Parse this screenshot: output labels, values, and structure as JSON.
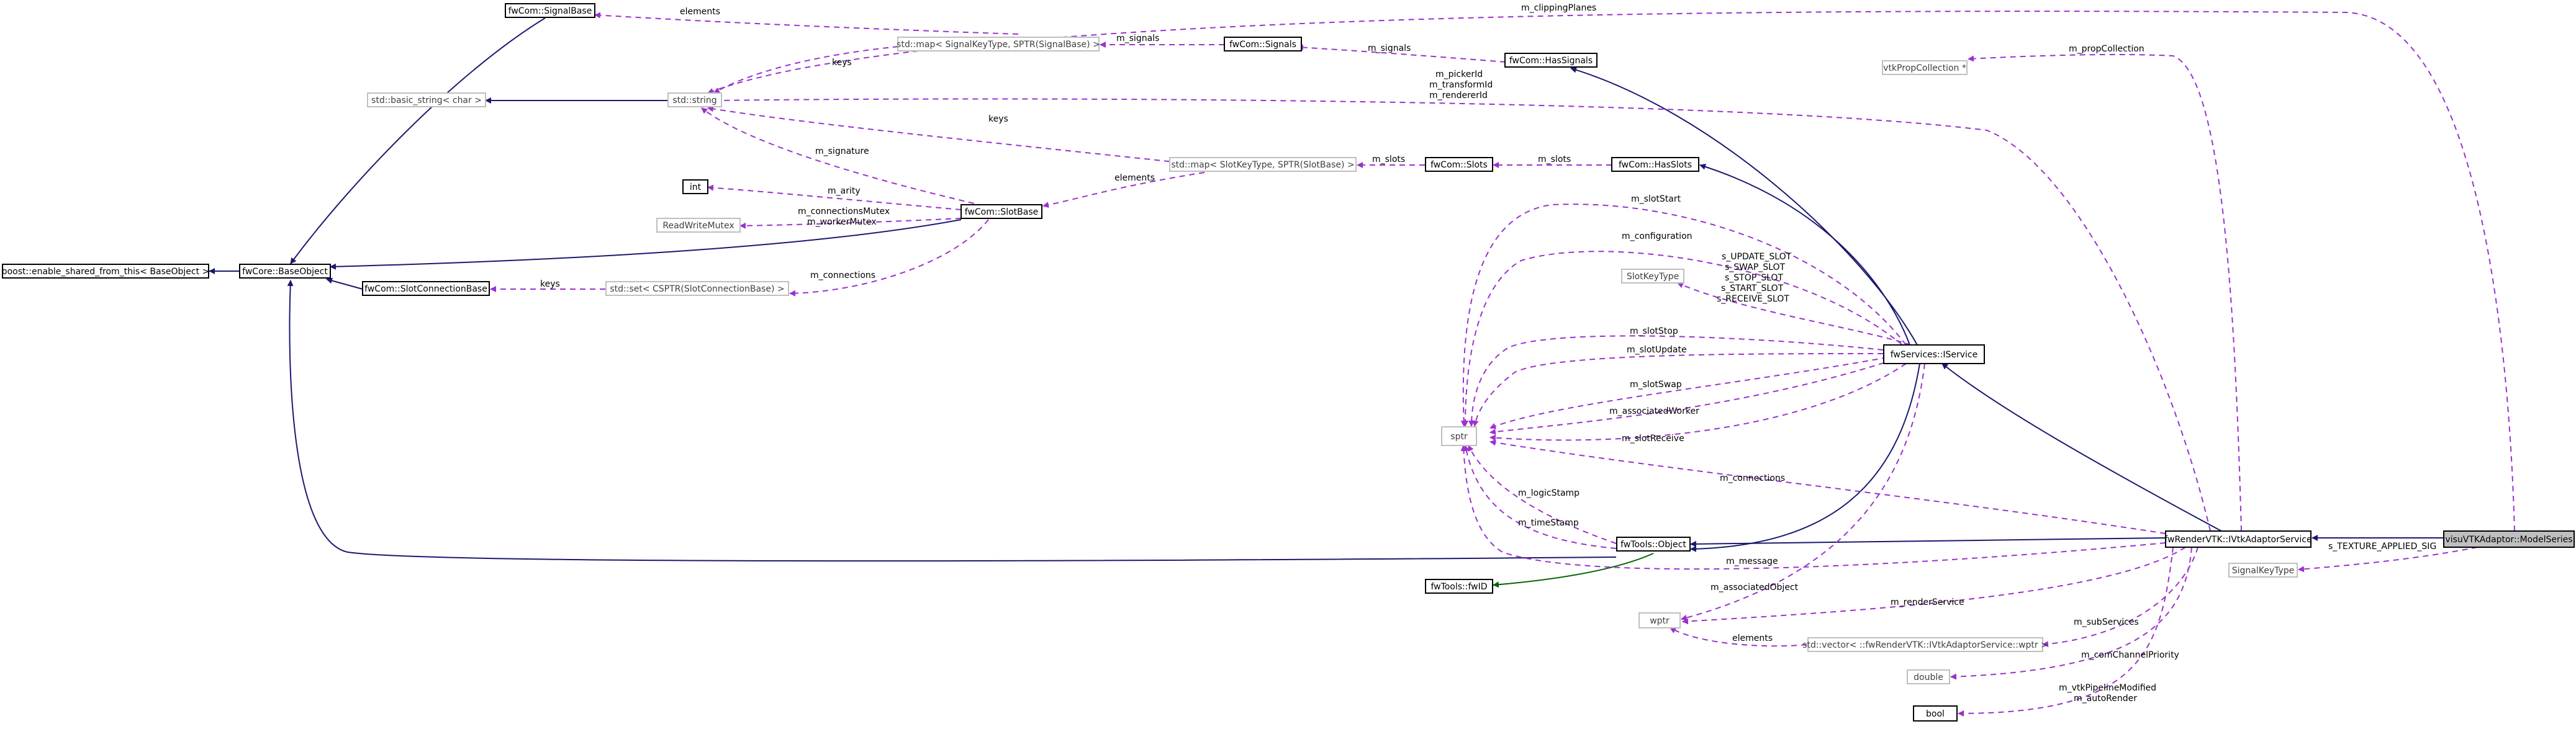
{
  "nodes": {
    "signal_base": "fwCom::SignalBase",
    "enable_shared": "boost::enable_shared_from_this< BaseObject >",
    "base_object": "fwCore::BaseObject",
    "basic_string": "std::basic_string< char >",
    "std_string": "std::string",
    "map_signal": "std::map< SignalKeyType, SPTR(SignalBase) >",
    "signals": "fwCom::Signals",
    "has_signals": "fwCom::HasSignals",
    "int": "int",
    "rw_mutex": "ReadWriteMutex",
    "slot_base": "fwCom::SlotBase",
    "map_slot": "std::map< SlotKeyType, SPTR(SlotBase) >",
    "slots": "fwCom::Slots",
    "has_slots": "fwCom::HasSlots",
    "slot_connection_base": "fwCom::SlotConnectionBase",
    "set_slot_conn": "std::set< CSPTR(SlotConnectionBase) >",
    "vtk_prop_collection": "vtkPropCollection *",
    "slot_key_type": "SlotKeyType",
    "iservice": "fwServices::IService",
    "sptr": "sptr",
    "fw_object": "fwTools::Object",
    "fw_id": "fwTools::fwID",
    "iadaptor": "fwRenderVTK::IVtkAdaptorService",
    "model_series": "visuVTKAdaptor::ModelSeries",
    "signal_key_type": "SignalKeyType",
    "wptr": "wptr",
    "vector_wptr": "std::vector< ::fwRenderVTK::IVtkAdaptorService::wptr >",
    "double": "double",
    "bool": "bool"
  },
  "labels": {
    "elements_top": "elements",
    "m_clipping_planes": "m_clippingPlanes",
    "m_prop_collection": "m_propCollection",
    "m_signals_a": "m_signals",
    "m_signals_b": "m_signals",
    "keys_a": "keys",
    "picker_1": "m_pickerId",
    "picker_2": "m_transformId",
    "picker_3": "m_rendererId",
    "keys_b": "keys",
    "m_signature": "m_signature",
    "elements_b": "elements",
    "m_slots_a": "m_slots",
    "m_slots_b": "m_slots",
    "m_arity": "m_arity",
    "mutex_1": "m_connectionsMutex",
    "mutex_2": "m_workerMutex",
    "m_slot_start": "m_slotStart",
    "m_configuration": "m_configuration",
    "m_connections_a": "m_connections",
    "keys_c": "keys",
    "slot_ids_1": "s_UPDATE_SLOT",
    "slot_ids_2": "s_SWAP_SLOT",
    "slot_ids_3": "s_STOP_SLOT",
    "slot_ids_4": "s_START_SLOT",
    "slot_ids_5": "s_RECEIVE_SLOT",
    "m_slot_stop": "m_slotStop",
    "m_slot_update": "m_slotUpdate",
    "m_slot_swap": "m_slotSwap",
    "m_associated_worker": "m_associatedWorker",
    "m_slot_receive": "m_slotReceive",
    "m_connections_b": "m_connections",
    "m_logic_stamp": "m_logicStamp",
    "m_time_stamp": "m_timeStamp",
    "m_message": "m_message",
    "s_texture": "s_TEXTURE_APPLIED_SIG",
    "m_associated_object": "m_associatedObject",
    "m_render_service": "m_renderService",
    "elements_c": "elements",
    "m_sub_services": "m_subServices",
    "m_com_channel": "m_comChannelPriority",
    "bool_1": "m_vtkPipelineModified",
    "bool_2": "m_autoRender"
  },
  "colors": {
    "inheritance": "#191970",
    "usage": "#9a32cd",
    "id_link": "#006400",
    "focus_fill": "#bfbfbf"
  }
}
